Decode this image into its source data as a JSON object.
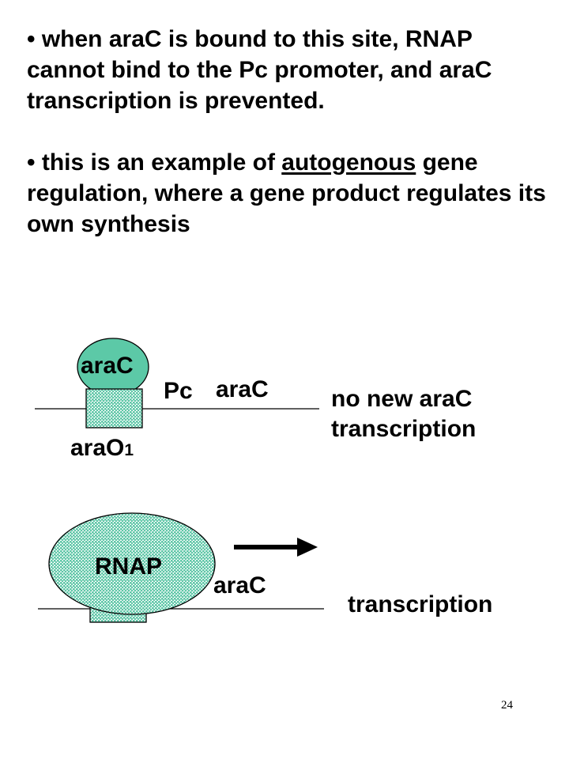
{
  "text": {
    "p1": "• when araC is bound to this site, RNAP cannot bind to the Pc promoter, and araC transcription is prevented.",
    "p2_prefix": "• this is an example of ",
    "p2_term": "autogenous",
    "p2_suffix": " gene regulation, where a gene product regulates its own synthesis"
  },
  "diagram_top": {
    "protein_label": "araC",
    "promoter_label": "Pc",
    "gene_label": "araC",
    "operator_label": "araO",
    "operator_subscript": "1",
    "outcome_line1": "no new araC",
    "outcome_line2": "transcription"
  },
  "diagram_bottom": {
    "polymerase_label": "RNAP",
    "gene_label": "araC",
    "outcome": "transcription"
  },
  "slide_number": "24",
  "colors": {
    "protein_fill": "#5cc9a7",
    "pattern_fill": "#60c7a8"
  }
}
